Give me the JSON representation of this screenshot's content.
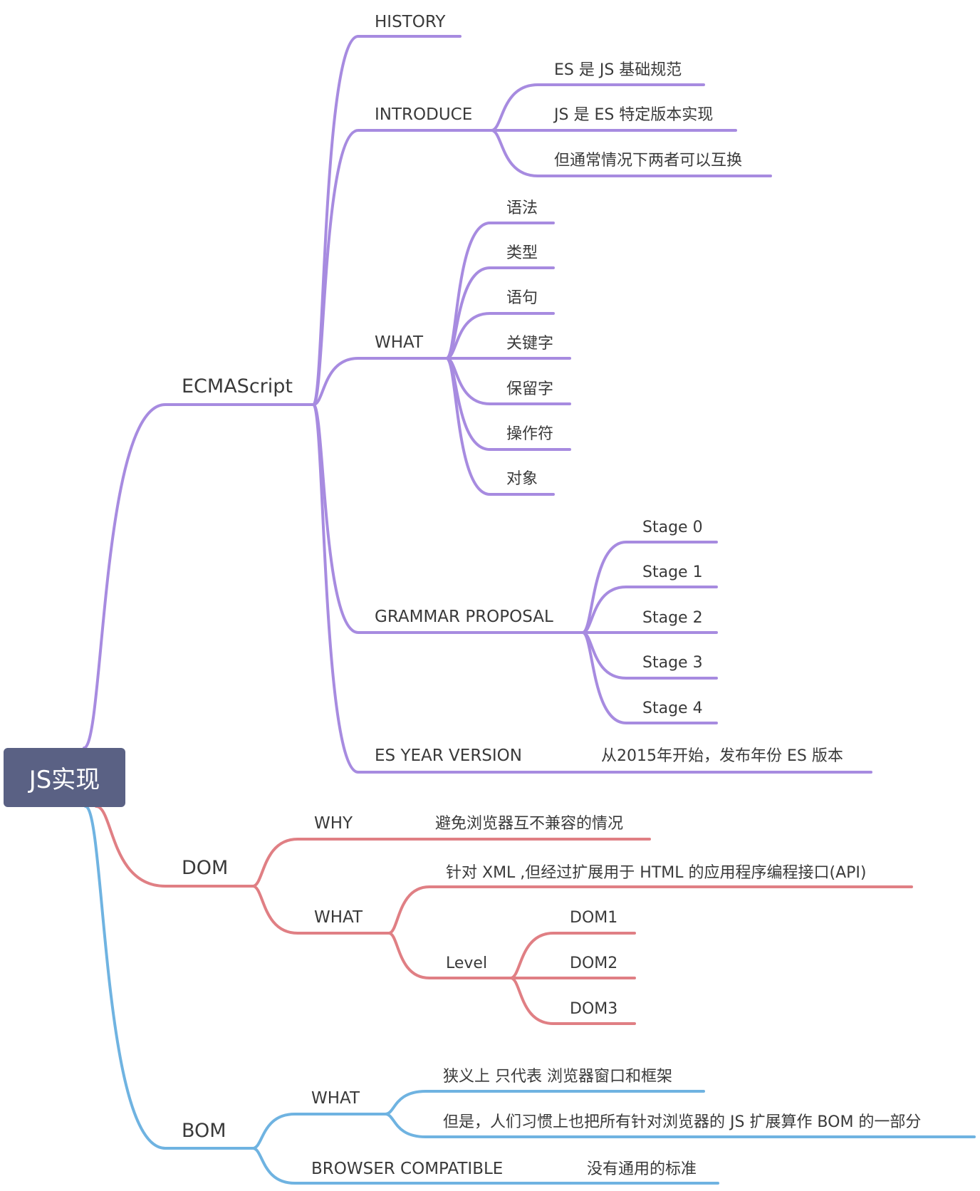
{
  "root": {
    "label": "JS实现",
    "color": "#5a6184"
  },
  "colors": {
    "ecmascript": "#a78be0",
    "dom": "#e07f84",
    "bom": "#6fb3e1"
  },
  "branches": {
    "ecmascript": {
      "label": "ECMAScript",
      "history": "HISTORY",
      "introduce": {
        "label": "INTRODUCE",
        "items": [
          "ES 是 JS 基础规范",
          "JS 是 ES 特定版本实现",
          "但通常情况下两者可以互换"
        ]
      },
      "what": {
        "label": "WHAT",
        "items": [
          "语法",
          "类型",
          "语句",
          "关键字",
          "保留字",
          "操作符",
          "对象"
        ]
      },
      "grammar_proposal": {
        "label": "GRAMMAR PROPOSAL",
        "items": [
          "Stage 0",
          "Stage 1",
          "Stage 2",
          "Stage 3",
          "Stage 4"
        ]
      },
      "es_year_version": {
        "label": "ES YEAR VERSION",
        "note": "从2015年开始，发布年份 ES 版本"
      }
    },
    "dom": {
      "label": "DOM",
      "why": {
        "label": "WHY",
        "note": "避免浏览器互不兼容的情况"
      },
      "what": {
        "label": "WHAT",
        "note": "针对 XML ,但经过扩展用于 HTML 的应用程序编程接口(API)",
        "level": {
          "label": "Level",
          "items": [
            "DOM1",
            "DOM2",
            "DOM3"
          ]
        }
      }
    },
    "bom": {
      "label": "BOM",
      "what": {
        "label": "WHAT",
        "items": [
          "狭义上 只代表 浏览器窗口和框架",
          "但是，人们习惯上也把所有针对浏览器的 JS 扩展算作 BOM 的一部分"
        ]
      },
      "browser_compatible": {
        "label": "BROWSER COMPATIBLE",
        "note": "没有通用的标准"
      }
    }
  }
}
